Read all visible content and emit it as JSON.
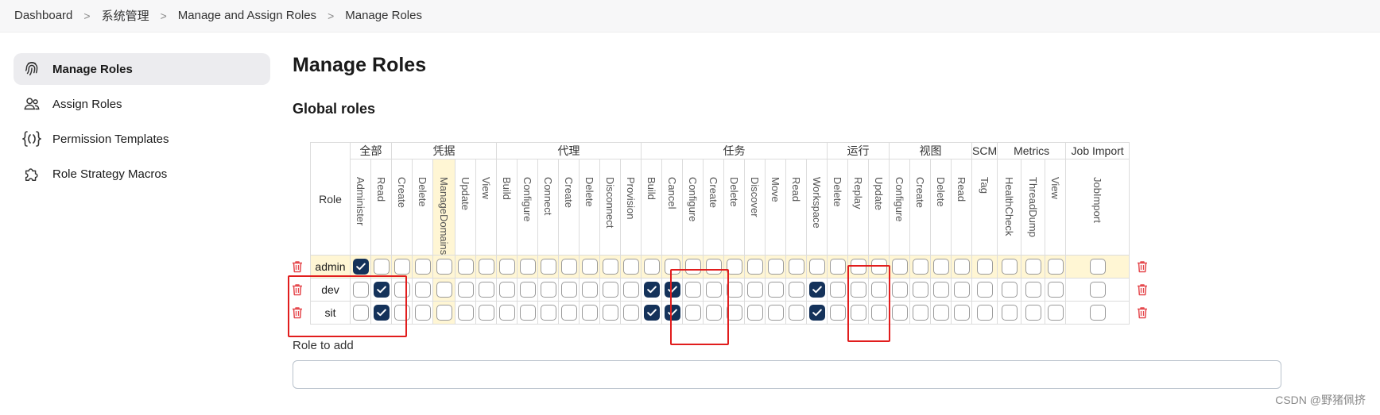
{
  "breadcrumb": [
    "Dashboard",
    "系统管理",
    "Manage and Assign Roles",
    "Manage Roles"
  ],
  "breadcrumb_sep": ">",
  "sidebar": [
    {
      "label": "Manage Roles",
      "icon": "fingerprint-icon",
      "active": true
    },
    {
      "label": "Assign Roles",
      "icon": "users-icon",
      "active": false
    },
    {
      "label": "Permission Templates",
      "icon": "braces-icon",
      "active": false
    },
    {
      "label": "Role Strategy Macros",
      "icon": "puzzle-icon",
      "active": false
    }
  ],
  "page": {
    "title": "Manage Roles",
    "section_title": "Global roles"
  },
  "table": {
    "role_header": "Role",
    "groups": [
      {
        "name": "全部",
        "perms": [
          "Administer",
          "Read"
        ]
      },
      {
        "name": "凭据",
        "perms": [
          "Create",
          "Delete",
          "ManageDomains",
          "Update",
          "View"
        ]
      },
      {
        "name": "代理",
        "perms": [
          "Build",
          "Configure",
          "Connect",
          "Create",
          "Delete",
          "Disconnect",
          "Provision"
        ]
      },
      {
        "name": "任务",
        "perms": [
          "Build",
          "Cancel",
          "Configure",
          "Create",
          "Delete",
          "Discover",
          "Move",
          "Read",
          "Workspace"
        ]
      },
      {
        "name": "运行",
        "perms": [
          "Delete",
          "Replay",
          "Update"
        ]
      },
      {
        "name": "视图",
        "perms": [
          "Configure",
          "Create",
          "Delete",
          "Read"
        ]
      },
      {
        "name": "SCM",
        "perms": [
          "Tag"
        ]
      },
      {
        "name": "Metrics",
        "perms": [
          "HealthCheck",
          "ThreadDump",
          "View"
        ]
      },
      {
        "name": "Job Import",
        "perms": [
          "JobImport"
        ]
      }
    ],
    "roles": [
      {
        "name": "admin",
        "checked": [
          0
        ]
      },
      {
        "name": "dev",
        "checked": [
          1,
          14,
          15,
          22
        ]
      },
      {
        "name": "sit",
        "checked": [
          1,
          14,
          15,
          22
        ]
      }
    ]
  },
  "add_role": {
    "label": "Role to add",
    "value": ""
  },
  "watermark": "CSDN @野猪佩挤",
  "colors": {
    "checked": "#14325a",
    "admin_row_bg": "#fff6d4",
    "highlight_box": "#e11d1d",
    "trash": "#e5484d"
  }
}
